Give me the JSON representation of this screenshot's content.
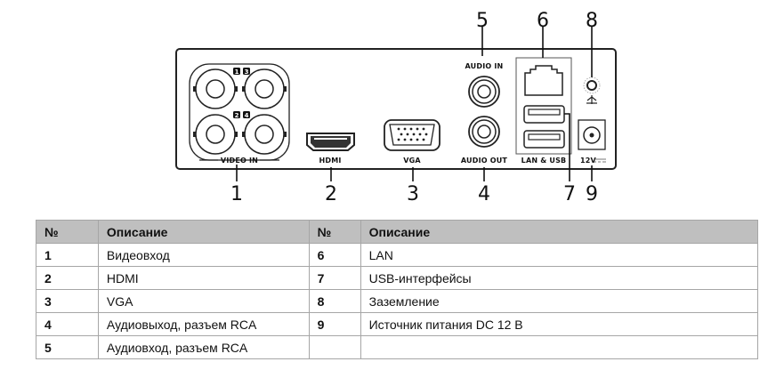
{
  "diagram": {
    "callouts": [
      "1",
      "2",
      "3",
      "4",
      "5",
      "6",
      "7",
      "8",
      "9"
    ],
    "port_labels": {
      "video_in": "VIDEO IN",
      "hdmi": "HDMI",
      "vga": "VGA",
      "audio_in": "AUDIO IN",
      "audio_out": "AUDIO OUT",
      "lan_usb": "LAN & USB",
      "power": "12V"
    },
    "bnc_channels": [
      "1",
      "3",
      "2",
      "4"
    ]
  },
  "table": {
    "headers": [
      "№",
      "Описание",
      "№",
      "Описание"
    ],
    "rows": [
      {
        "n1": "1",
        "d1": "Видеовход",
        "n2": "6",
        "d2": "LAN"
      },
      {
        "n1": "2",
        "d1": "HDMI",
        "n2": "7",
        "d2": "USB-интерфейсы"
      },
      {
        "n1": "3",
        "d1": "VGA",
        "n2": "8",
        "d2": "Заземление"
      },
      {
        "n1": "4",
        "d1": "Аудиовыход, разъем RCA",
        "n2": "9",
        "d2": "Источник питания DC 12 В"
      },
      {
        "n1": "5",
        "d1": "Аудиовход, разъем RCA",
        "n2": "",
        "d2": ""
      }
    ]
  }
}
